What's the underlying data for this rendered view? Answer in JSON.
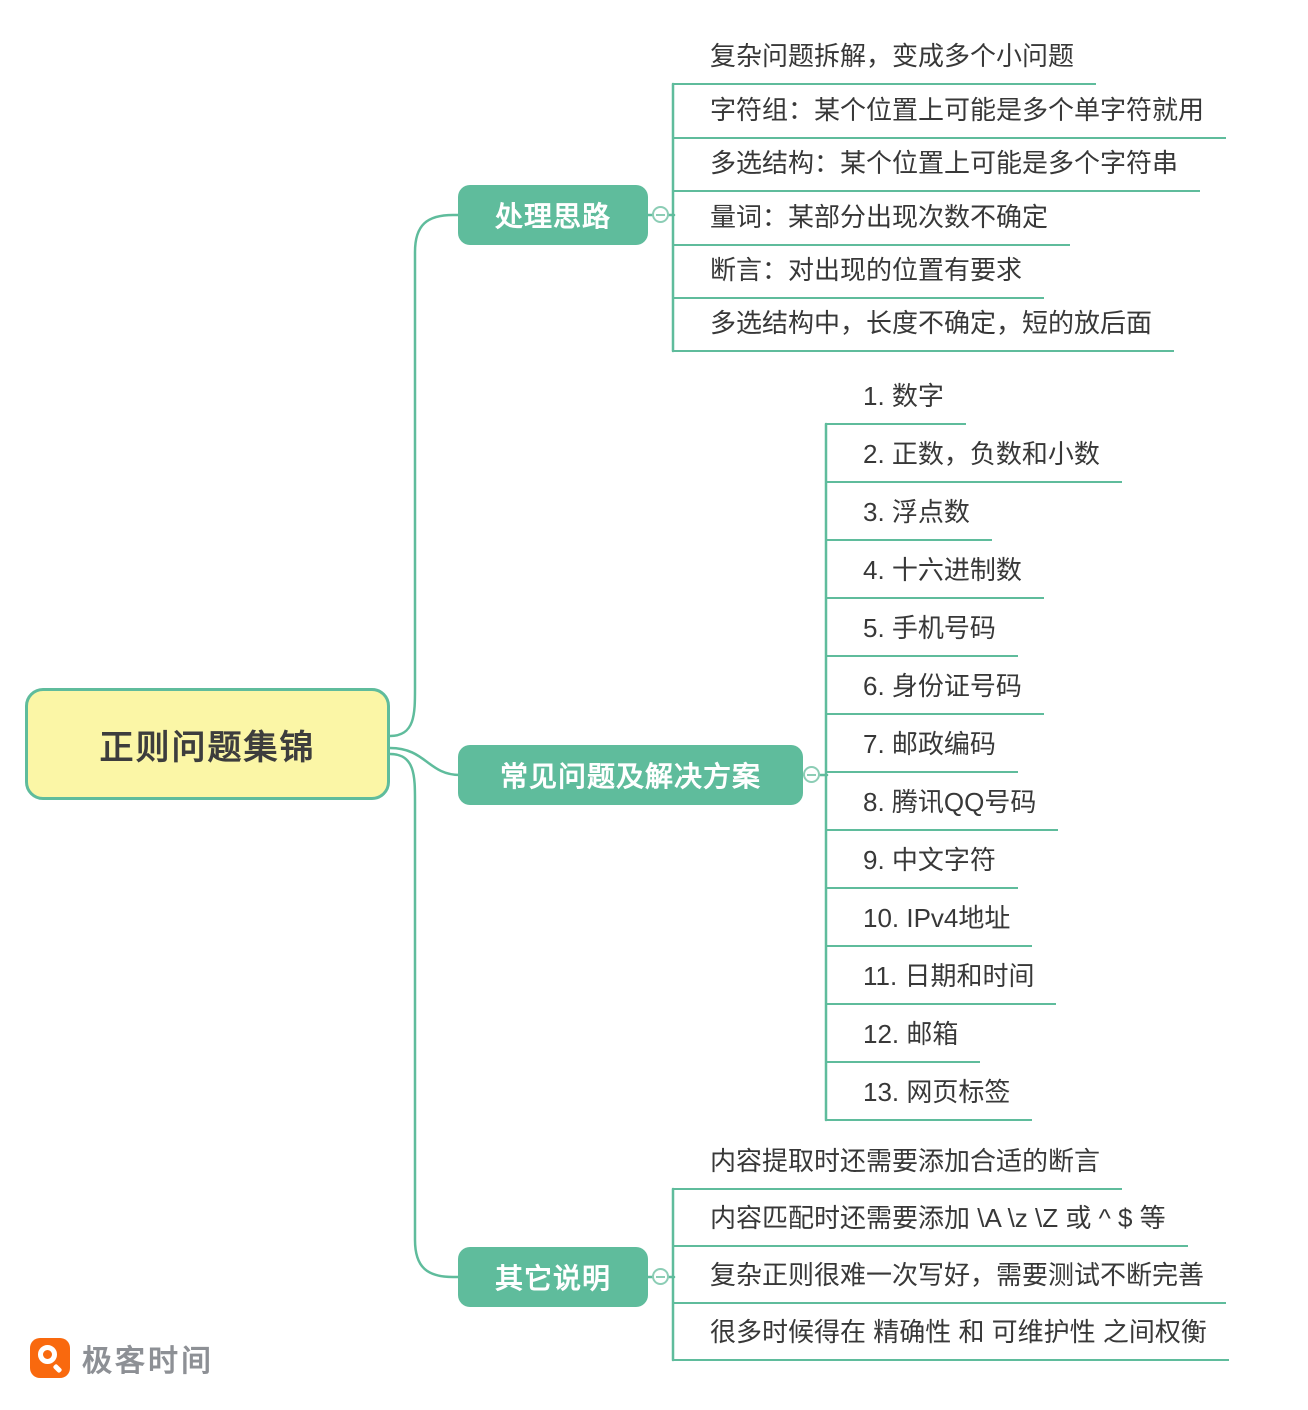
{
  "root": {
    "label": "正则问题集锦"
  },
  "branches": [
    {
      "label": "处理思路",
      "children": [
        {
          "text": "复杂问题拆解，变成多个小问题"
        },
        {
          "text": "字符组：某个位置上可能是多个单字符就用"
        },
        {
          "text": "多选结构：某个位置上可能是多个字符串"
        },
        {
          "text": "量词：某部分出现次数不确定"
        },
        {
          "text": "断言：对出现的位置有要求"
        },
        {
          "text": "多选结构中，长度不确定，短的放后面"
        }
      ]
    },
    {
      "label": "常见问题及解决方案",
      "children": [
        {
          "text": "1. 数字"
        },
        {
          "text": "2. 正数，负数和小数"
        },
        {
          "text": "3. 浮点数"
        },
        {
          "text": "4. 十六进制数"
        },
        {
          "text": "5. 手机号码"
        },
        {
          "text": "6. 身份证号码"
        },
        {
          "text": "7. 邮政编码"
        },
        {
          "text": "8. 腾讯QQ号码"
        },
        {
          "text": "9. 中文字符"
        },
        {
          "text": "10. IPv4地址"
        },
        {
          "text": "11. 日期和时间"
        },
        {
          "text": "12. 邮箱"
        },
        {
          "text": "13. 网页标签"
        }
      ]
    },
    {
      "label": "其它说明",
      "children": [
        {
          "text": "内容提取时还需要添加合适的断言"
        },
        {
          "text": "内容匹配时还需要添加 \\A \\z \\Z 或 ^ $ 等"
        },
        {
          "text": "复杂正则很难一次写好，需要测试不断完善"
        },
        {
          "text": "很多时候得在 精确性 和 可维护性 之间权衡"
        }
      ]
    }
  ],
  "logo": {
    "text": "极客时间"
  },
  "colors": {
    "accent_green": "#5FBC9C",
    "root_yellow": "#FBF6A6",
    "logo_orange": "#F9690E"
  }
}
